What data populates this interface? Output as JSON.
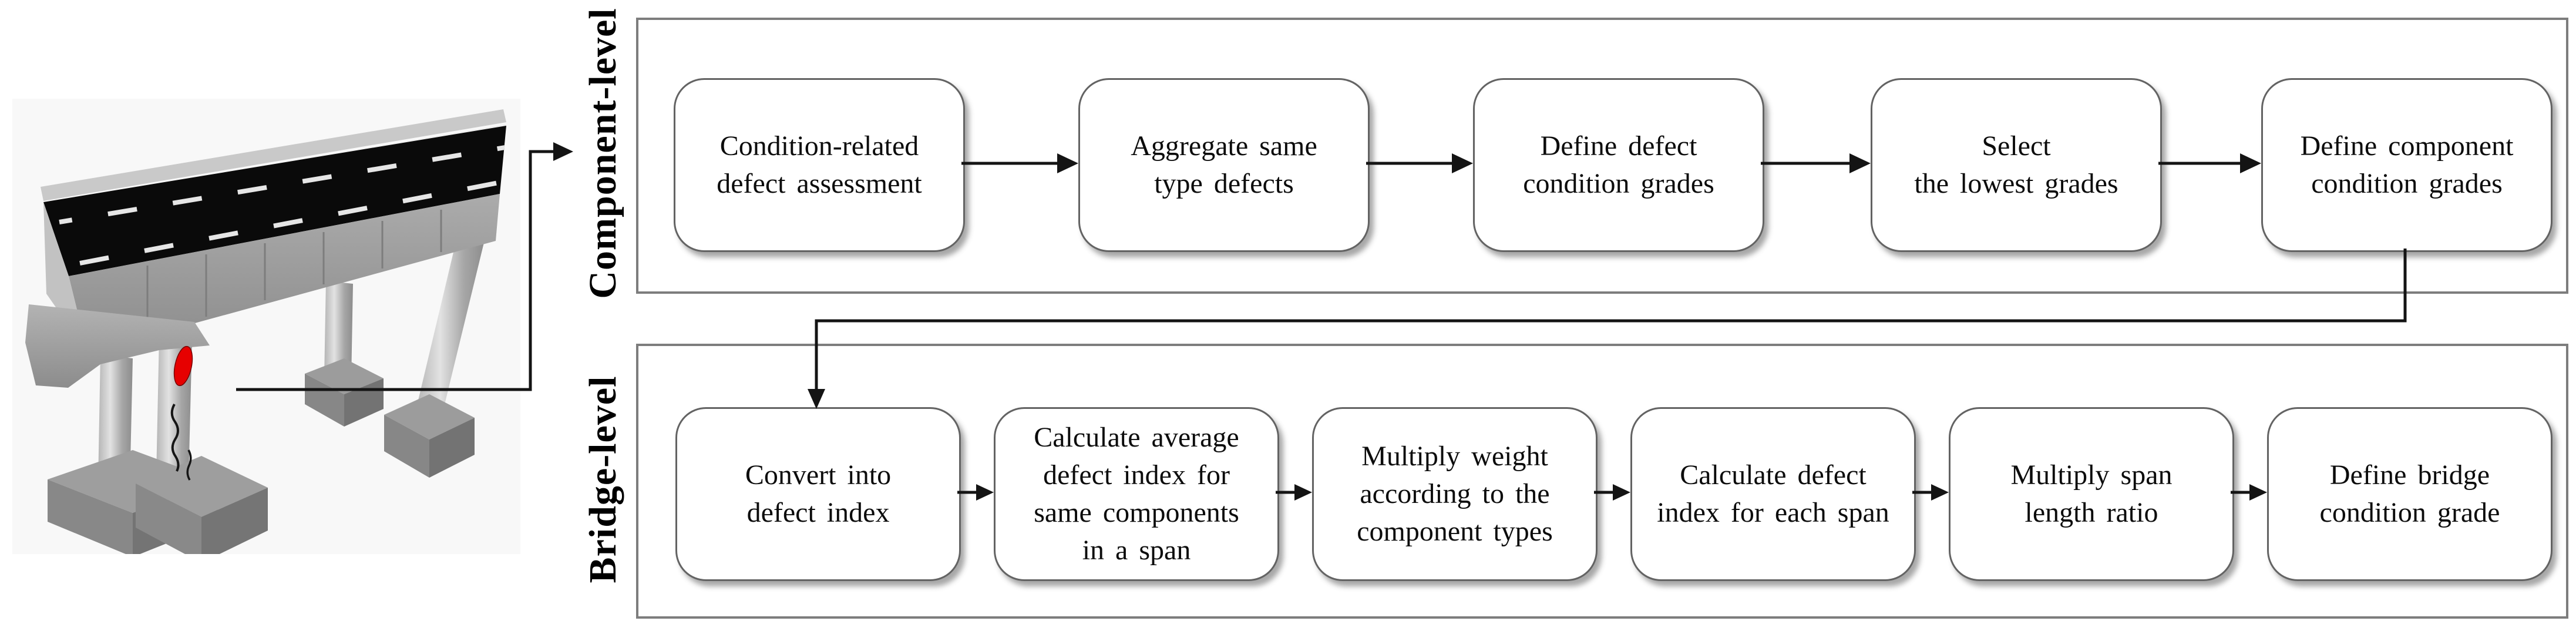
{
  "figure": {
    "title_hint": "Bridge condition assessment flow (two levels)",
    "component_level": {
      "label": "Component-level",
      "steps": [
        "Condition-related\ndefect assessment",
        "Aggregate same\ntype defects",
        "Define defect\ncondition grades",
        "Select\nthe lowest grades",
        "Define component\ncondition grades"
      ]
    },
    "bridge_level": {
      "label": "Bridge-level",
      "steps": [
        "Convert into\ndefect index",
        "Calculate average\ndefect index for\nsame components\nin a span",
        "Multiply weight\naccording to the\ncomponent types",
        "Calculate defect\nindex for each span",
        "Multiply span\nlength ratio",
        "Define bridge\ncondition grade"
      ]
    },
    "bridge_illustration": {
      "defect_color": "#e60000",
      "deck_color": "#0a0a0a",
      "structure_color": "#a8a8a8",
      "background_color": "#f8f8f8"
    },
    "colors": {
      "arrow": "#141414",
      "container_border": "#7d7d7d",
      "box_border": "#636363"
    }
  }
}
